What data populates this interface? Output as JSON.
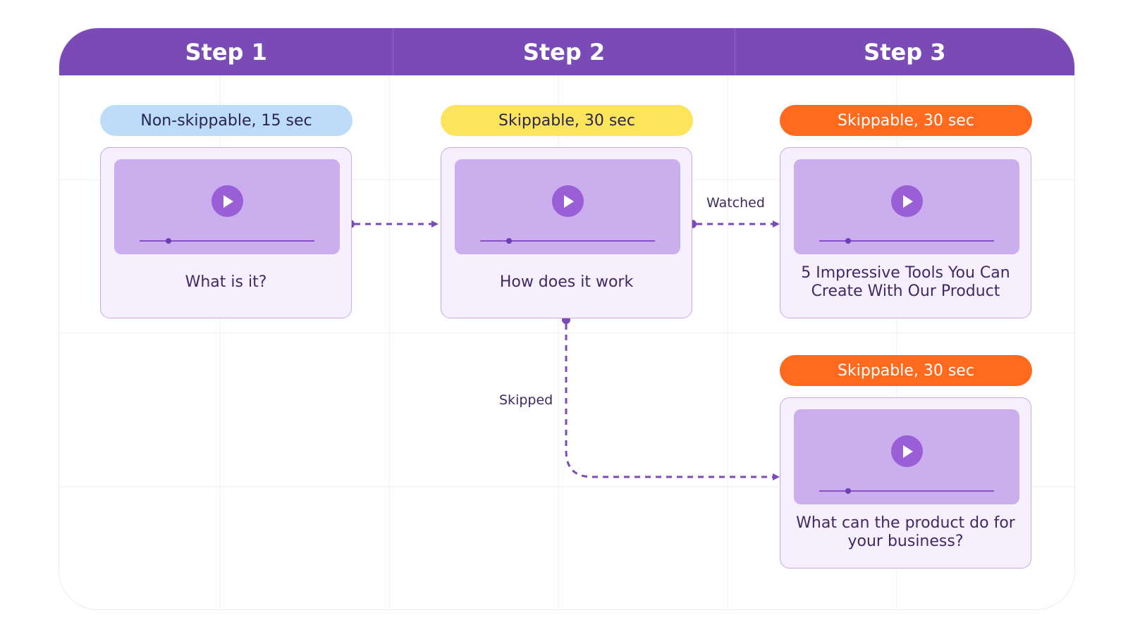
{
  "steps": [
    "Step 1",
    "Step 2",
    "Step 3"
  ],
  "cards": [
    {
      "badge": "Non-skippable, 15 sec",
      "title": "What is it?",
      "badge_bg": "#bcdcfa",
      "badge_fg": "#2a2450"
    },
    {
      "badge": "Skippable, 30 sec",
      "title": "How does it work",
      "badge_bg": "#fde45d",
      "badge_fg": "#2a2450"
    },
    {
      "badge": "Skippable, 30 sec",
      "title": "5 Impressive Tools You Can Create With Our Product",
      "badge_bg": "#ff6a1f",
      "badge_fg": "#ffffff"
    },
    {
      "badge": "Skippable, 30 sec",
      "title": "What can the product do for your business?",
      "badge_bg": "#ff6a1f",
      "badge_fg": "#ffffff"
    }
  ],
  "edges": {
    "watched": "Watched",
    "skipped": "Skipped"
  },
  "colors": {
    "header": "#7a4bb7",
    "accent": "#7a4bb7",
    "card_bg": "#f6f0fe",
    "video_bg": "#cbaeee"
  }
}
